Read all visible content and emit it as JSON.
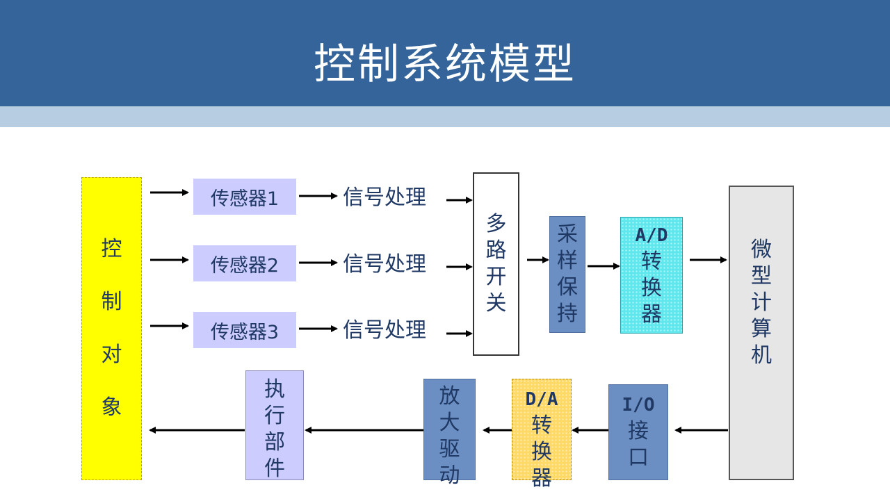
{
  "title": "控制系统模型",
  "control_object": "控\n制\n对\n象",
  "sensors": [
    "传感器1",
    "传感器2",
    "传感器3"
  ],
  "signal_processing": [
    "信号处理",
    "信号处理",
    "信号处理"
  ],
  "multiplexer": "多\n路\n开\n关",
  "sample_hold": "采\n样\n保\n持",
  "ad_converter": {
    "top": "A/D",
    "rest": "转\n换\n器"
  },
  "microcomputer": "微\n型\n计\n算\n机",
  "io_interface": {
    "top": "I/O",
    "rest": "接\n口"
  },
  "da_converter": {
    "top": "D/A",
    "rest": "转\n换\n器"
  },
  "amplifier_drive": "放\n大\n驱\n动",
  "actuator": "执\n行\n部\n件",
  "colors": {
    "header": "#34649a",
    "header_strip": "#b6cde2",
    "text": "#1f3864"
  }
}
